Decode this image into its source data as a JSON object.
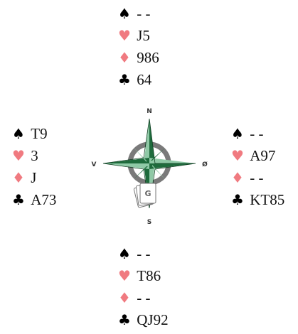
{
  "colors": {
    "black_suit": "#000000",
    "red_suit": "#f07a80",
    "compass_dark_green": "#1e6b3c",
    "compass_light_green": "#8fc9a6",
    "compass_ring": "#7a7a7a"
  },
  "icons": {
    "spade": "♠",
    "heart": "♥",
    "diamond": "♦",
    "club": "♣"
  },
  "compass": {
    "north": "N",
    "south": "S",
    "west": "V",
    "east": "Ø",
    "logo": "G"
  },
  "hands": {
    "north": {
      "spades": "- -",
      "hearts": "J5",
      "diamonds": "986",
      "clubs": "64"
    },
    "west": {
      "spades": "T9",
      "hearts": "3",
      "diamonds": "J",
      "clubs": "A73"
    },
    "east": {
      "spades": "- -",
      "hearts": "A97",
      "diamonds": "- -",
      "clubs": "KT85"
    },
    "south": {
      "spades": "- -",
      "hearts": "T86",
      "diamonds": "- -",
      "clubs": "QJ92"
    }
  }
}
